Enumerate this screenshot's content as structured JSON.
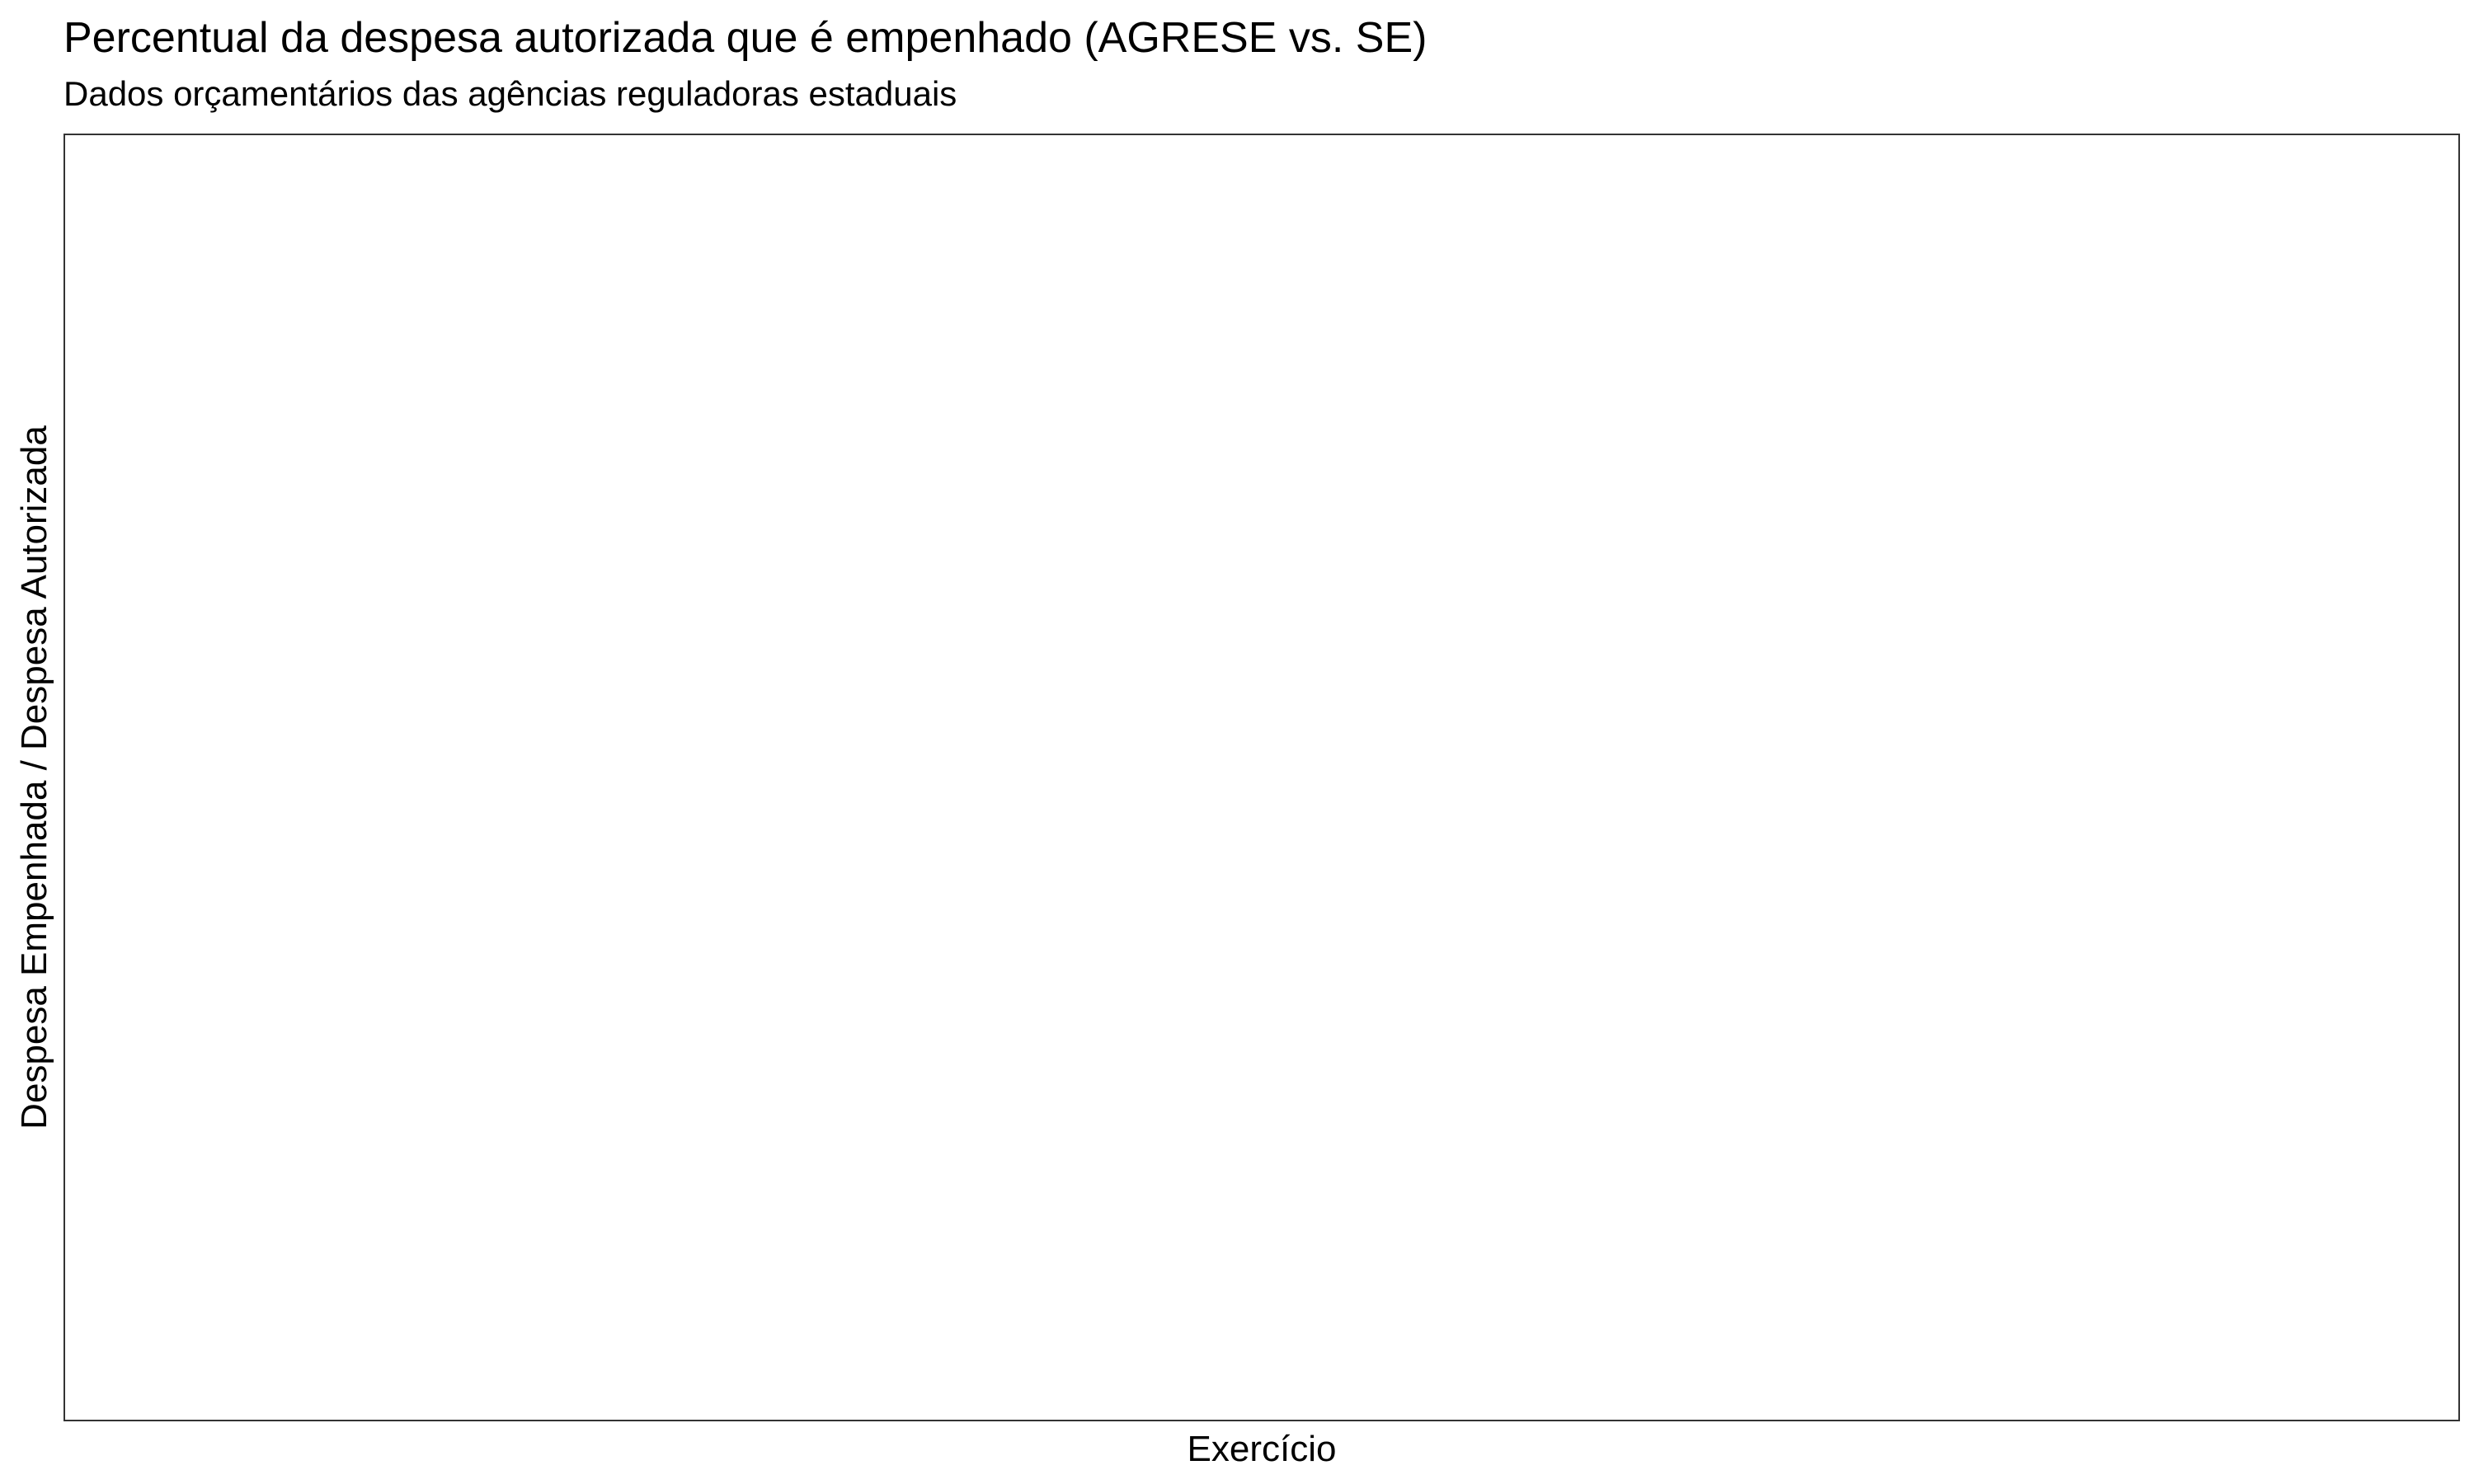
{
  "chart_data": {
    "type": "line",
    "title": "Percentual da despesa autorizada que é empenhado (AGRESE vs. SE)",
    "subtitle": "Dados orçamentários das agências reguladoras estaduais",
    "xlabel": "Exercício",
    "ylabel": "Despesa Empenhada / Despesa Autorizada",
    "series": [],
    "categories": [],
    "grid": false,
    "legend": "none"
  }
}
